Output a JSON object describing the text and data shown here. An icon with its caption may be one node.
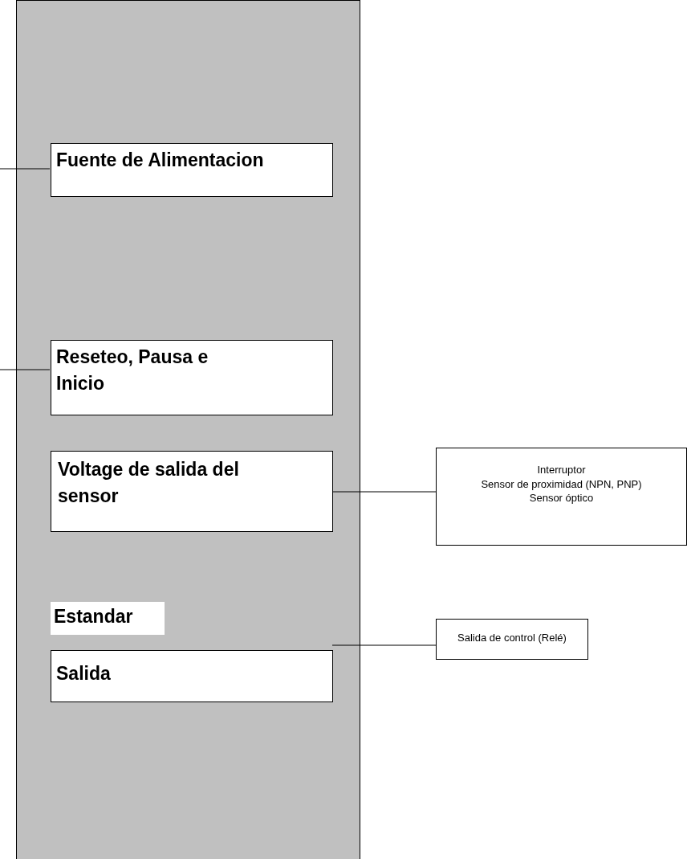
{
  "diagram": {
    "nodes": [
      {
        "text": [],
        "shape": "box"
      },
      {
        "text": [
          "Fuente de Alimentacion"
        ],
        "in": 0
      },
      {
        "text": [
          "Reseteo, Pausa e Inicio"
        ],
        "in": 0
      },
      {
        "text": [
          "Voltage de salida del sensor"
        ],
        "in": 0
      },
      {
        "text": [
          "Estandar"
        ],
        "in": 0
      },
      {
        "text": [
          "Salida"
        ],
        "in": 0
      },
      {
        "text": [
          "Interruptor",
          "Sensor de proximidad (NPN, PNP)",
          "Sensor óptico"
        ]
      },
      {
        "text": [
          "Salida de control (Relé)"
        ]
      }
    ],
    "edges": [
      {
        "from": null,
        "to": 1,
        "arrow": "none"
      },
      {
        "from": null,
        "to": 2,
        "arrow": "none"
      },
      {
        "from": 3,
        "to": 6,
        "arrow": "none"
      },
      {
        "from": 5,
        "to": 7,
        "arrow": "none"
      }
    ]
  }
}
